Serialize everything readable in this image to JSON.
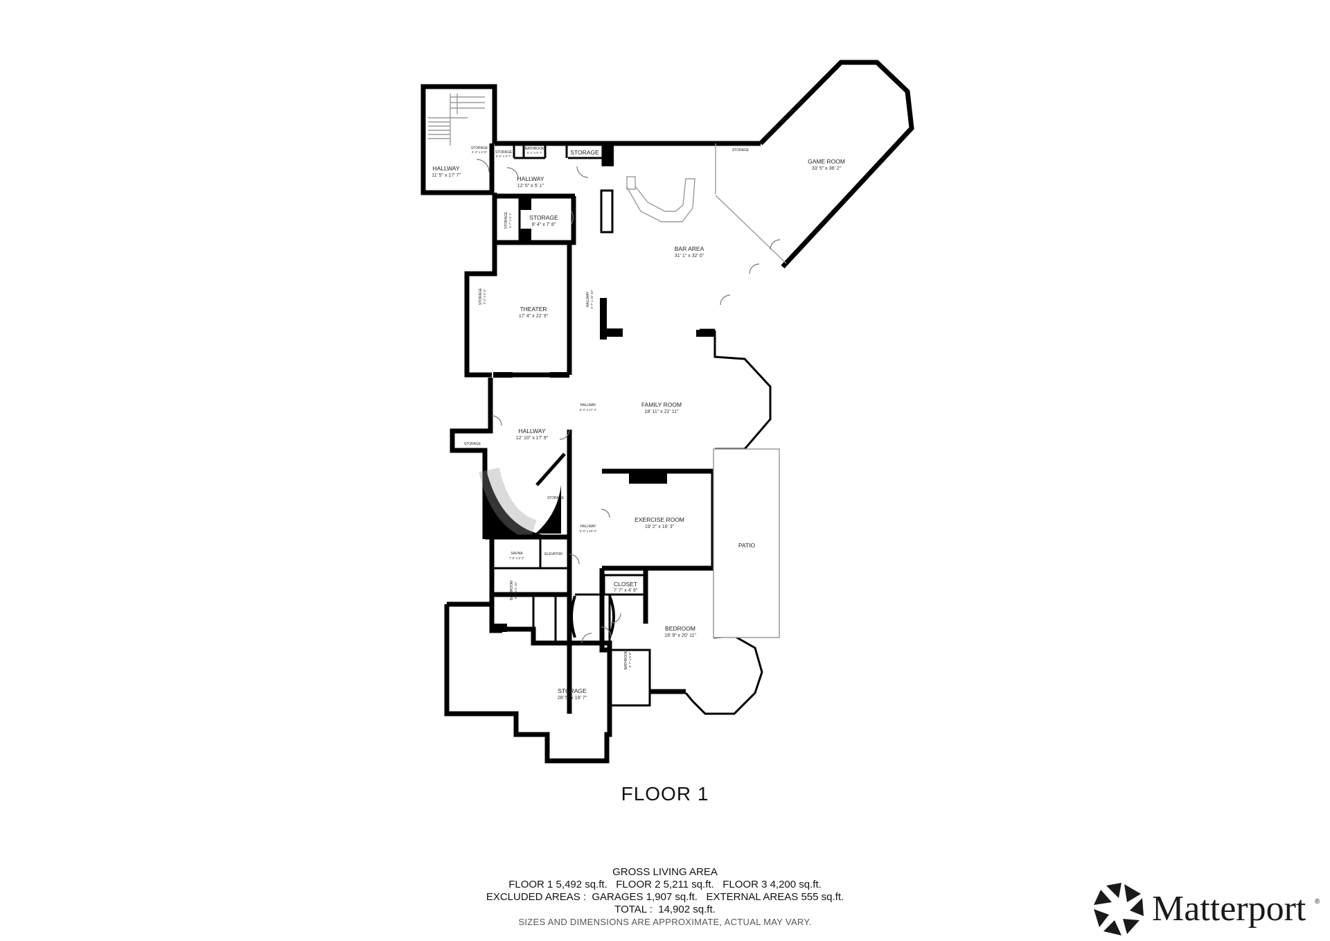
{
  "floor_title": "FLOOR 1",
  "rooms": [
    {
      "id": "hallway-nw",
      "name": "HALLWAY",
      "dims": "11' 5\" x 17' 7\""
    },
    {
      "id": "hallway-top",
      "name": "HALLWAY",
      "dims": "12' 5\" x 5' 1\""
    },
    {
      "id": "storage-small-1",
      "name": "STORAGE",
      "dims": "4' 4\" x 4' 9\""
    },
    {
      "id": "storage-small-2",
      "name": "STORAGE",
      "dims": "5' 0\" x 3' 7\""
    },
    {
      "id": "bathroom-top",
      "name": "BATHROOM",
      "dims": "5' 1\" x 5' 7\""
    },
    {
      "id": "storage-top",
      "name": "STORAGE",
      "dims": ""
    },
    {
      "id": "storage-vert",
      "name": "STORAGE",
      "dims": "4' 7\" x 5' 1\""
    },
    {
      "id": "storage-mid",
      "name": "STORAGE",
      "dims": "8' 4\" x 7' 8\""
    },
    {
      "id": "bar-area",
      "name": "BAR AREA",
      "dims": "31' 1\" x 32' 0\""
    },
    {
      "id": "game-room",
      "name": "GAME ROOM",
      "dims": "33' 5\" x 36' 2\""
    },
    {
      "id": "storage-game",
      "name": "STORAGE",
      "dims": ""
    },
    {
      "id": "hallway-vert",
      "name": "HALLWAY",
      "dims": "5' 7\" x 19' 10\""
    },
    {
      "id": "storage-theater",
      "name": "STORAGE",
      "dims": "3' 2\" x 5' 5\""
    },
    {
      "id": "theater",
      "name": "THEATER",
      "dims": "17' 4\" x 22' 9\""
    },
    {
      "id": "family-room",
      "name": "FAMILY ROOM",
      "dims": "18' 11\" x 22' 11\""
    },
    {
      "id": "hallway-mid",
      "name": "HALLWAY",
      "dims": "5' 0\" x 17' 4\""
    },
    {
      "id": "hallway-west",
      "name": "HALLWAY",
      "dims": "12' 10\" x 17' 9\""
    },
    {
      "id": "storage-west",
      "name": "STORAGE",
      "dims": ""
    },
    {
      "id": "storage-stair",
      "name": "STORAGE",
      "dims": ""
    },
    {
      "id": "hallway-lower",
      "name": "HALLWAY",
      "dims": "5' 0\" x 23' 0\""
    },
    {
      "id": "exercise-room",
      "name": "EXERCISE ROOM",
      "dims": "19' 2\" x 16' 3\""
    },
    {
      "id": "patio",
      "name": "PATIO",
      "dims": ""
    },
    {
      "id": "sauna",
      "name": "SAUNA",
      "dims": "7' 5\" x 5' 2\""
    },
    {
      "id": "elevator",
      "name": "ELEVATOR",
      "dims": ""
    },
    {
      "id": "bathroom-lower",
      "name": "BATHROOM",
      "dims": "6' 7\" x 5' 10\""
    },
    {
      "id": "closet",
      "name": "CLOSET",
      "dims": "7' 7\" x 4' 9\""
    },
    {
      "id": "bedroom",
      "name": "BEDROOM",
      "dims": "18' 9\" x 20' 11\""
    },
    {
      "id": "bathroom-bed",
      "name": "BATHROOM",
      "dims": "5' 7\" x 6' 0\""
    },
    {
      "id": "storage-big",
      "name": "STORAGE",
      "dims": "28' 5\" x 19' 7\""
    }
  ],
  "summary": {
    "heading": "GROSS LIVING AREA",
    "line_floors": "FLOOR 1 5,492 sq.ft.   FLOOR 2 5,211 sq.ft.   FLOOR 3 4,200 sq.ft.",
    "line_excluded": "EXCLUDED AREAS :  GARAGES 1,907 sq.ft.   EXTERNAL AREAS 555 sq.ft.",
    "line_total": "TOTAL :  14,902 sq.ft.",
    "note": "SIZES AND DIMENSIONS ARE APPROXIMATE, ACTUAL MAY VARY."
  },
  "brand": {
    "name": "Matterport",
    "trademark": "®",
    "logo_icon": "matterport-logo-icon"
  }
}
